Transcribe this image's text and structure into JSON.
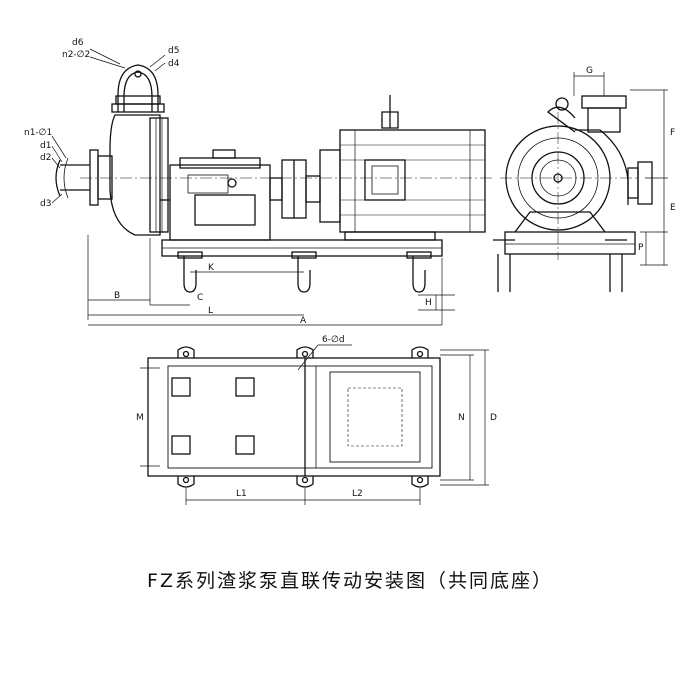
{
  "caption": "FZ系列渣浆泵直联传动安装图（共同底座）",
  "labels": {
    "d6": "d6",
    "n2_phi2": "n2-∅2",
    "d5": "d5",
    "d4": "d4",
    "n1_phi1": "n1-∅1",
    "d1": "d1",
    "d2": "d2",
    "d3": "d3",
    "G": "G",
    "F": "F",
    "E": "E",
    "P": "P",
    "K": "K",
    "B": "B",
    "C": "C",
    "L": "L",
    "A": "A",
    "H": "H",
    "six_phi_d": "6-∅d",
    "M": "M",
    "N": "N",
    "D": "D",
    "L1": "L1",
    "L2": "L2"
  }
}
